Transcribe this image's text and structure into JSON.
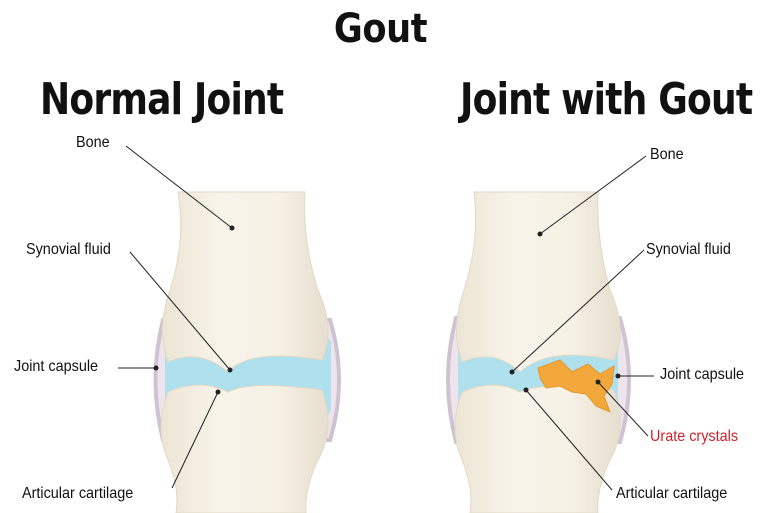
{
  "title": "Gout",
  "left_panel": {
    "heading": "Normal Joint",
    "labels": {
      "bone": "Bone",
      "synovial_fluid": "Synovial fluid",
      "joint_capsule": "Joint capsule",
      "articular_cartilage": "Articular cartilage"
    }
  },
  "right_panel": {
    "heading": "Joint with Gout",
    "labels": {
      "bone": "Bone",
      "synovial_fluid": "Synovial fluid",
      "joint_capsule": "Joint capsule",
      "urate_crystals": "Urate crystals",
      "articular_cartilage": "Articular cartilage"
    }
  },
  "colors": {
    "bone": "#f4efe3",
    "synovial_fluid": "#aee0ee",
    "urate_crystals": "#f2a83a",
    "urate_label": "#d0222c",
    "capsule": "#cfc3d3"
  }
}
